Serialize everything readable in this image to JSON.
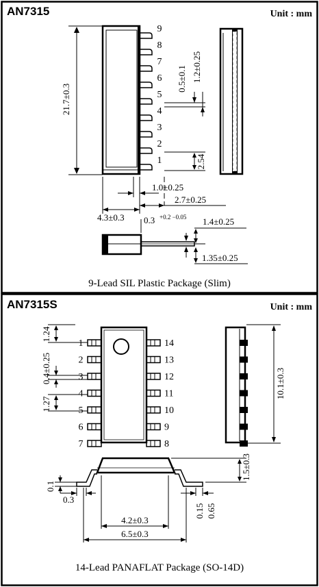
{
  "top_section": {
    "part_number": "AN7315",
    "unit_label": "Unit : mm",
    "pin_numbers": [
      "9",
      "8",
      "7",
      "6",
      "5",
      "4",
      "3",
      "2",
      "1"
    ],
    "dims": {
      "height": "21.7±0.3",
      "lead_width": "0.5±0.1",
      "lead_width2": "1.2±0.25",
      "pitch": "2.54",
      "lead_offset": "1.0±0.25",
      "lead_length": "2.7±0.25",
      "body_width": "4.3±0.3",
      "lead_thickness_main": "0.3",
      "lead_thickness_tol": "+0.2 −0.05",
      "side_top": "1.4±0.25",
      "side_bottom": "1.35±0.25"
    },
    "caption": "9-Lead SIL Plastic Package (Slim)"
  },
  "bottom_section": {
    "part_number": "AN7315S",
    "unit_label": "Unit : mm",
    "left_pins": [
      "1",
      "2",
      "3",
      "4",
      "5",
      "6",
      "7"
    ],
    "right_pins": [
      "14",
      "13",
      "12",
      "11",
      "10",
      "9",
      "8"
    ],
    "dims": {
      "top_gap": "1.24",
      "lead_width": "0.4±0.25",
      "pitch": "1.27",
      "length": "10.1±0.3",
      "height": "1.5±0.3",
      "standoff": "0.1",
      "lead_thick": "0.3",
      "lead_tip": "0.15",
      "foot": "0.65",
      "body_width": "4.2±0.3",
      "total_width": "6.5±0.3"
    },
    "caption": "14-Lead PANAFLAT Package (SO-14D)"
  }
}
